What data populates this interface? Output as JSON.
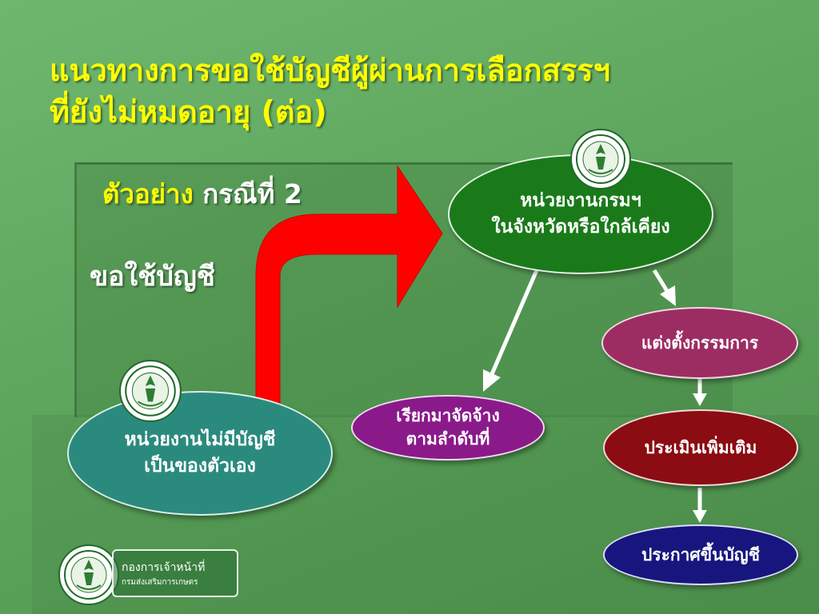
{
  "title": {
    "line1": "แนวทางการขอใช้บัญชีผู้ผ่านการเลือกสรรฯ",
    "line2": "ที่ยังไม่หมดอายุ (ต่อ)"
  },
  "example": {
    "label": "ตัวอย่าง",
    "case": "กรณีที่ 2"
  },
  "request_label": "ขอใช้บัญชี",
  "nodes": {
    "requesting_unit": {
      "line1": "หน่วยงานไม่มีบัญชี",
      "line2": "เป็นของตัวเอง",
      "color": "#2b8a7e"
    },
    "provincial_unit": {
      "line1": "หน่วยงานกรมฯ",
      "line2": "ในจังหวัดหรือใกล้เคียง",
      "color": "#1a7a1a"
    },
    "call_hire": {
      "line1": "เรียกมาจัดจ้าง",
      "line2": "ตามลำดับที่",
      "color": "#8a1a8a"
    },
    "appoint_committee": {
      "label": "แต่งตั้งกรรมการ",
      "color": "#9c2d62"
    },
    "additional_assessment": {
      "label": "ประเมินเพิ่มเติม",
      "color": "#8b0c12"
    },
    "announce_list": {
      "label": "ประกาศขึ้นบัญชี",
      "color": "#17167e"
    }
  },
  "footer_logo": {
    "line1": "กองการเจ้าหน้าที่",
    "line2": "กรมส่งเสริมการเกษตร"
  },
  "colors": {
    "title": "#ffff00",
    "big_arrow": "#ff0000",
    "flow_arrow": "#ffffff"
  }
}
